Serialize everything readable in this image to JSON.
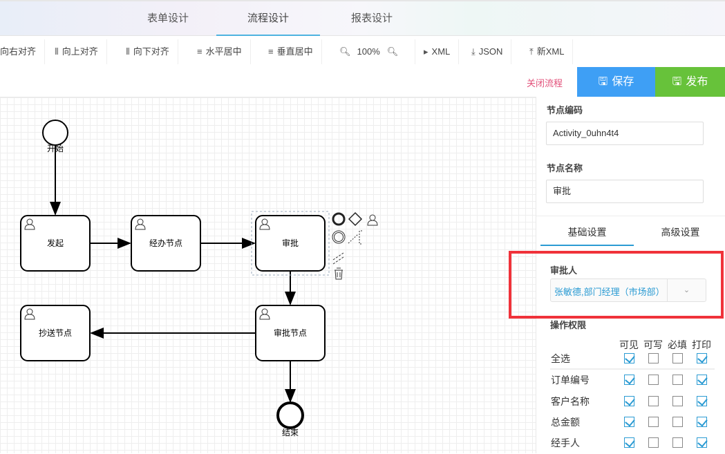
{
  "top_tabs": [
    "表单设计",
    "流程设计",
    "报表设计"
  ],
  "active_tab": "流程设计",
  "toolbar": {
    "align_right": "向右对齐",
    "align_top": "向上对齐",
    "align_bottom": "向下对齐",
    "h_center": "水平居中",
    "v_center": "垂直居中",
    "zoom": "100%",
    "xml": "XML",
    "json": "JSON",
    "new_xml": "新XML"
  },
  "actions": {
    "close": "关闭流程",
    "save": "保存",
    "publish": "发布"
  },
  "colors": {
    "save": "#3e9ff5",
    "publish": "#67c23a",
    "highlight": "#f0323a"
  },
  "diagram": {
    "start": "开始",
    "end": "结束",
    "tasks": [
      "发起",
      "经办节点",
      "审批",
      "审批节点",
      "抄送节点"
    ]
  },
  "panel": {
    "code_label": "节点编码",
    "code_value": "Activity_0uhn4t4",
    "name_label": "节点名称",
    "name_value": "审批",
    "tabs": [
      "基础设置",
      "高级设置"
    ],
    "approver_label": "审批人",
    "approver_value": "张敏德,部门经理（市场部）",
    "perm_label": "操作权限",
    "perm_columns": [
      "可见",
      "可写",
      "必填",
      "打印"
    ],
    "perm_rows": [
      {
        "label": "全选",
        "values": [
          true,
          false,
          false,
          true
        ]
      },
      {
        "label": "订单编号",
        "values": [
          true,
          false,
          false,
          true
        ]
      },
      {
        "label": "客户名称",
        "values": [
          true,
          false,
          false,
          true
        ]
      },
      {
        "label": "总金额",
        "values": [
          true,
          false,
          false,
          true
        ]
      },
      {
        "label": "经手人",
        "values": [
          true,
          false,
          false,
          true
        ]
      }
    ]
  }
}
